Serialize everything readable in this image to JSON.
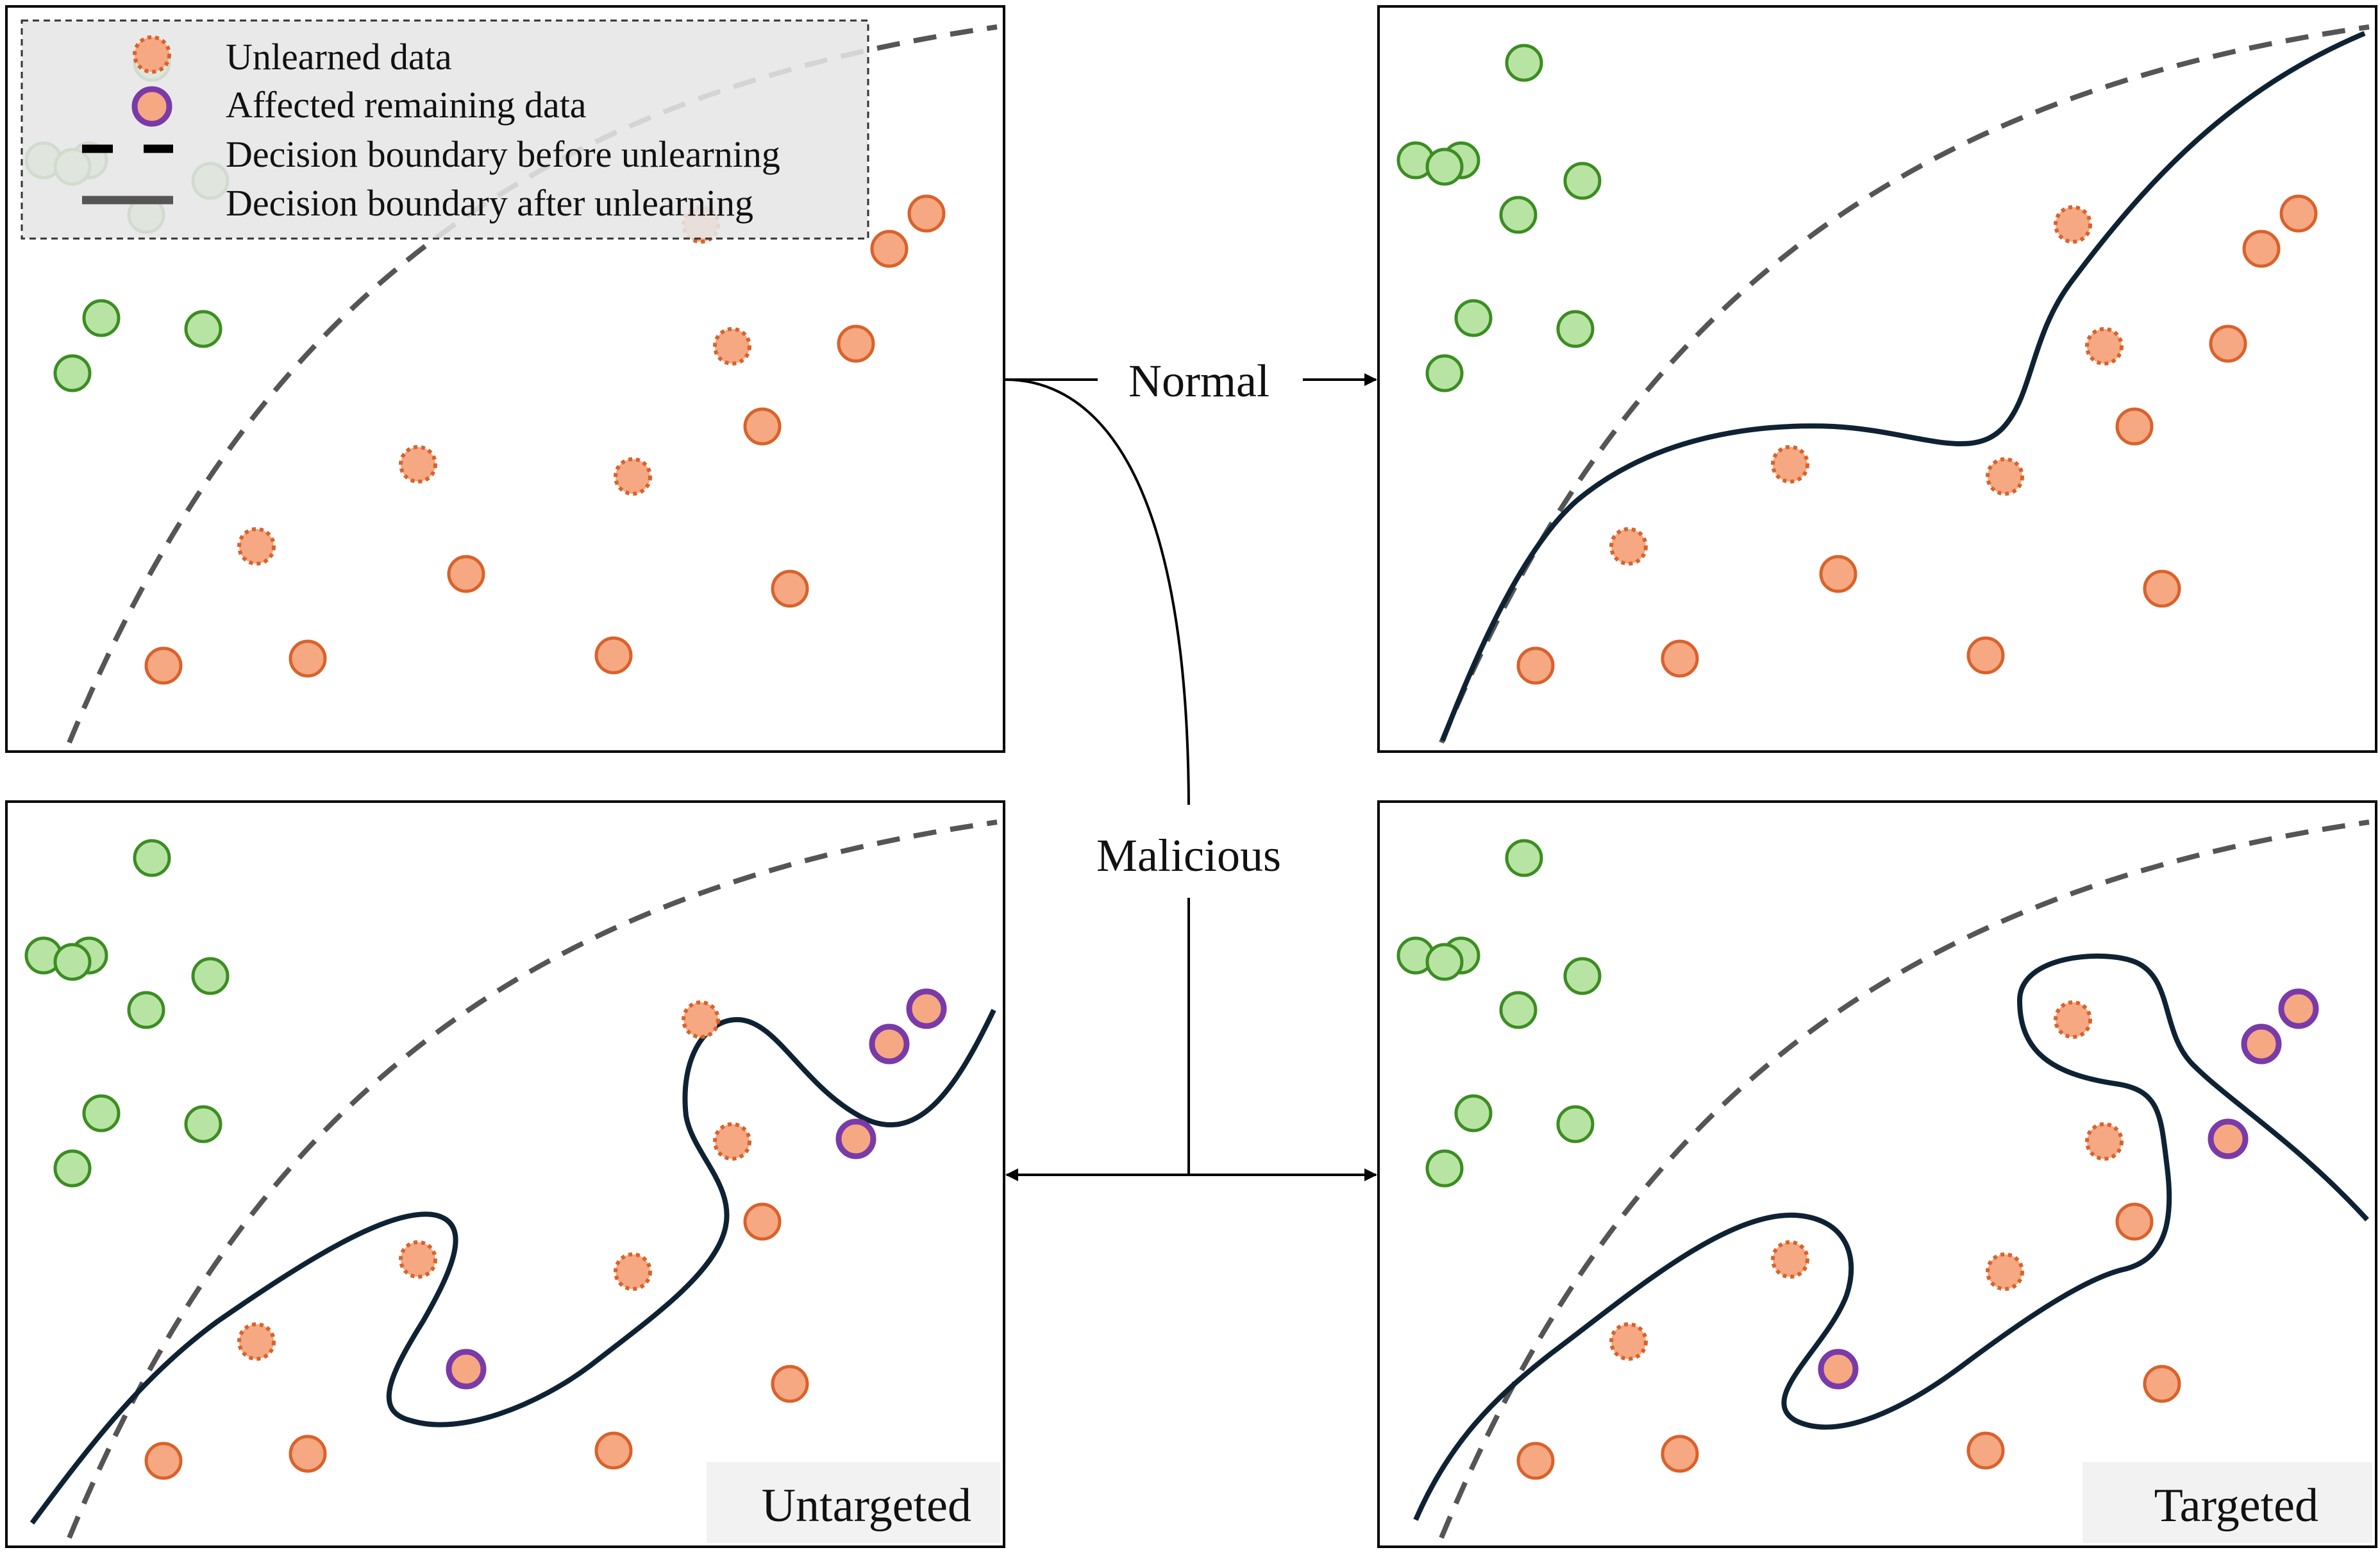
{
  "legend": {
    "unlearned": "Unlearned data",
    "affected": "Affected remaining data",
    "before": "Decision boundary before unlearning",
    "after": "Decision boundary after unlearning"
  },
  "flows": {
    "normal": "Normal",
    "malicious": "Malicious"
  },
  "panels": {
    "original": {
      "name": "original-panel"
    },
    "normal": {
      "name": "normal-unlearning-panel"
    },
    "untargeted": {
      "name": "untargeted-panel",
      "label": "Untargeted"
    },
    "targeted": {
      "name": "targeted-panel",
      "label": "Targeted"
    }
  },
  "colors": {
    "green_fill": "#b7e4a3",
    "green_stroke": "#3c8d22",
    "orange_fill": "#f5a882",
    "orange_stroke": "#d9622b",
    "purple_stroke": "#7a3aa8",
    "before_boundary": "#555555",
    "after_boundary": "#0e2233",
    "legend_bg": "#e6e6e6"
  }
}
